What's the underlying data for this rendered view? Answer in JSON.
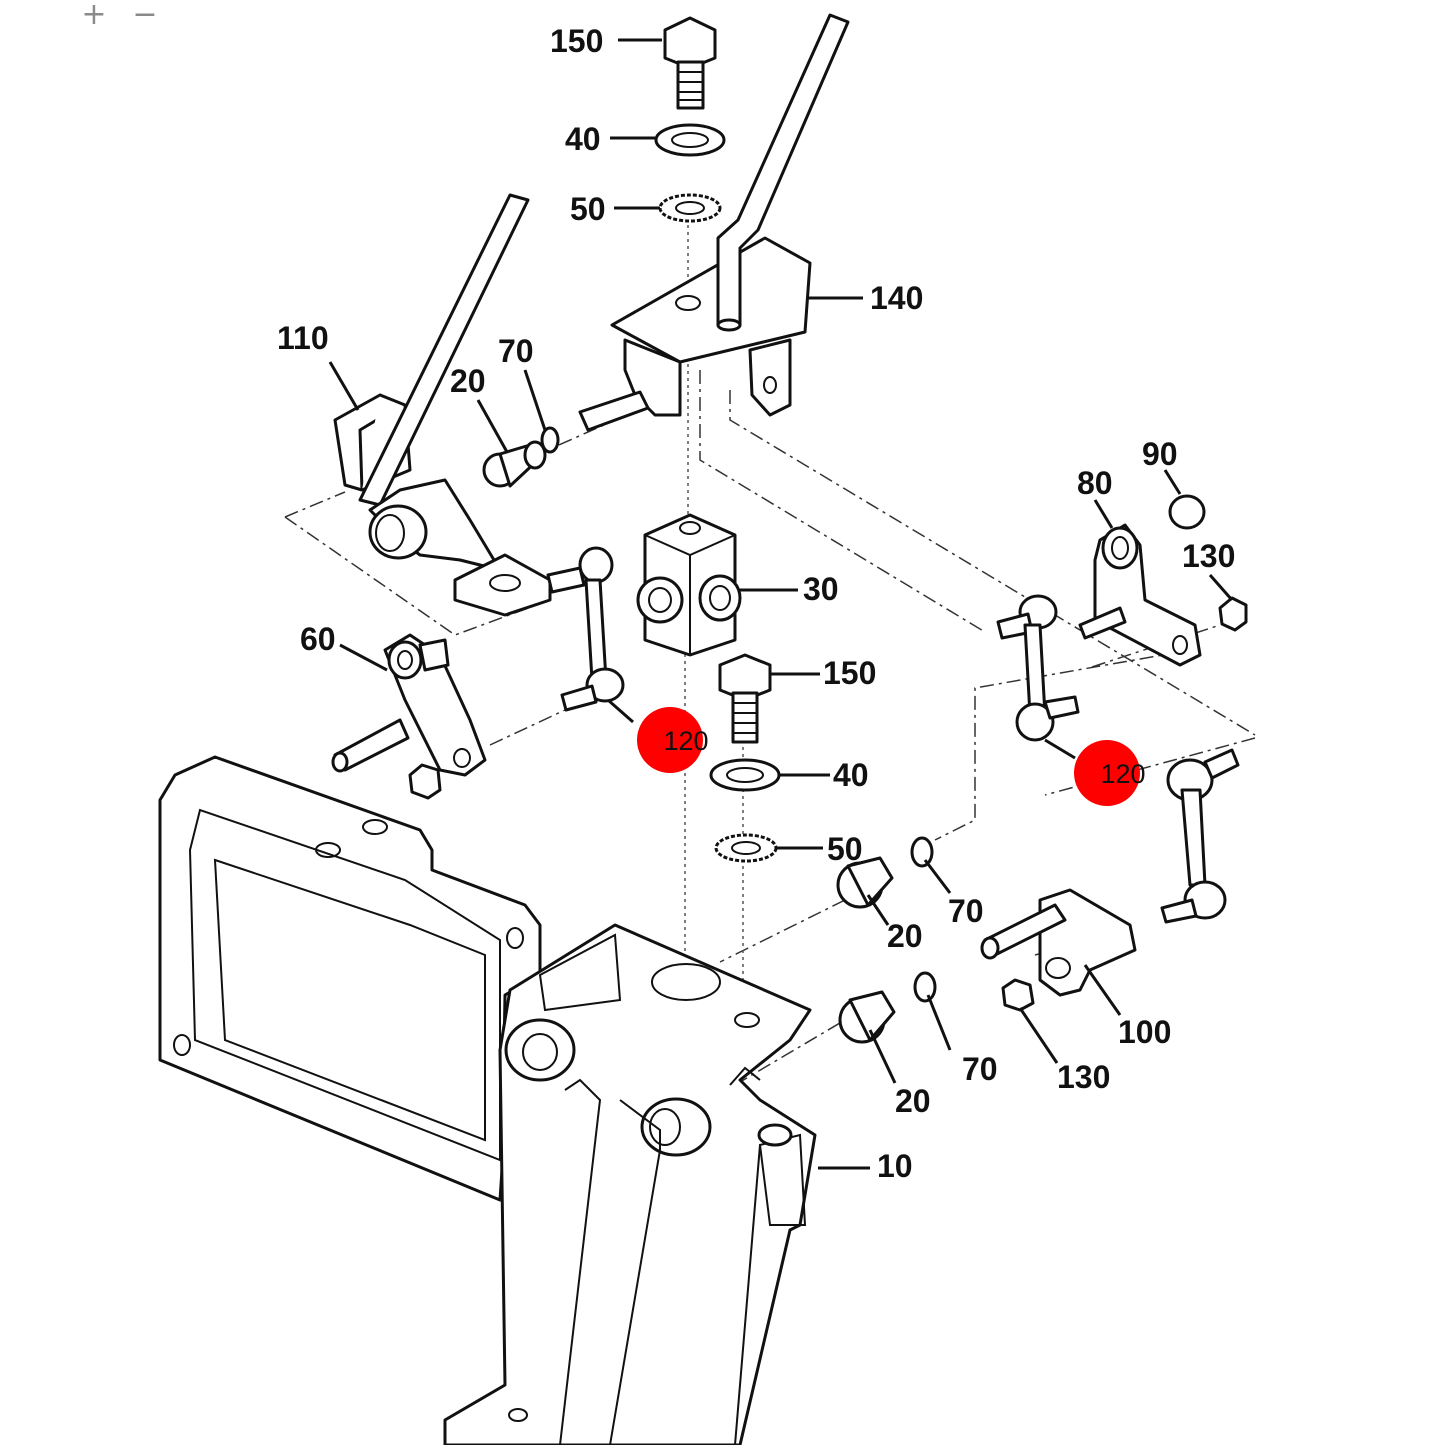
{
  "toolbar": {
    "zoom_in_label": "+",
    "zoom_out_label": "−"
  },
  "diagram": {
    "callouts": [
      {
        "id": "150a",
        "label": "150"
      },
      {
        "id": "40a",
        "label": "40"
      },
      {
        "id": "50a",
        "label": "50"
      },
      {
        "id": "140",
        "label": "140"
      },
      {
        "id": "110",
        "label": "110"
      },
      {
        "id": "70a",
        "label": "70"
      },
      {
        "id": "20a",
        "label": "20"
      },
      {
        "id": "90",
        "label": "90"
      },
      {
        "id": "80",
        "label": "80"
      },
      {
        "id": "130a",
        "label": "130"
      },
      {
        "id": "30",
        "label": "30"
      },
      {
        "id": "60",
        "label": "60"
      },
      {
        "id": "150b",
        "label": "150"
      },
      {
        "id": "40b",
        "label": "40"
      },
      {
        "id": "50b",
        "label": "50"
      },
      {
        "id": "70b",
        "label": "70"
      },
      {
        "id": "20b",
        "label": "20"
      },
      {
        "id": "100",
        "label": "100"
      },
      {
        "id": "70c",
        "label": "70"
      },
      {
        "id": "130b",
        "label": "130"
      },
      {
        "id": "20c",
        "label": "20"
      },
      {
        "id": "10",
        "label": "10"
      }
    ],
    "hotspots": [
      {
        "id": "h1",
        "label": "120",
        "color": "#ff0000"
      },
      {
        "id": "h2",
        "label": "120",
        "color": "#ff0000"
      }
    ]
  }
}
